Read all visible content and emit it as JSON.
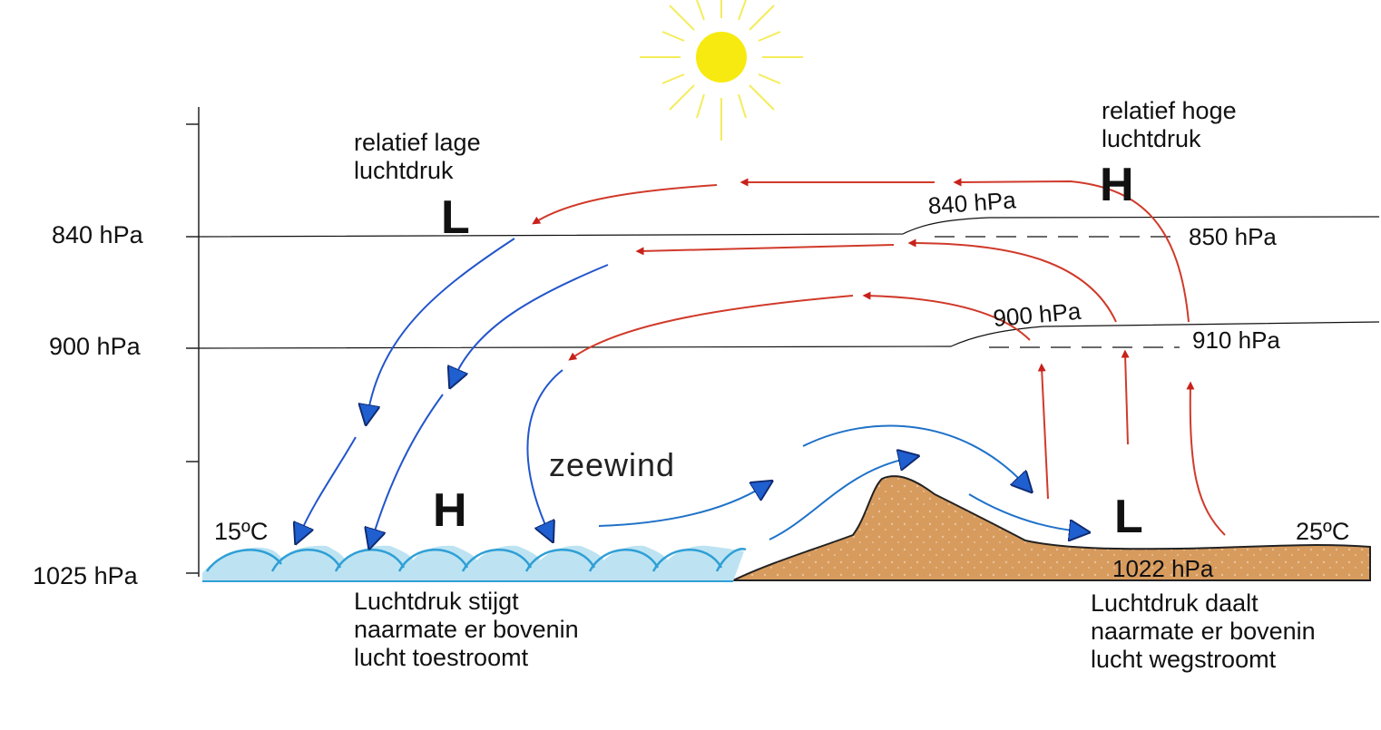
{
  "axis": {
    "p840": "840 hPa",
    "p900": "900 hPa",
    "p1025": "1025 hPa"
  },
  "sea_side": {
    "upper_note_line1": "relatief lage",
    "upper_note_line2": "luchtdruk",
    "upper_symbol": "L",
    "surface_symbol": "H",
    "temperature": "15ºC",
    "caption_line1": "Luchtdruk stijgt",
    "caption_line2": "naarmate er bovenin",
    "caption_line3": "lucht toestroomt"
  },
  "land_side": {
    "upper_note_line1": "relatief hoge",
    "upper_note_line2": "luchtdruk",
    "upper_symbol": "H",
    "surface_symbol": "L",
    "temperature": "25ºC",
    "surface_pressure": "1022 hPa",
    "caption_line1": "Luchtdruk daalt",
    "caption_line2": "naarmate er bovenin",
    "caption_line3": "lucht wegstroomt",
    "p840": "840 hPa",
    "p850": "850 hPa",
    "p900": "900 hPa",
    "p910": "910 hPa"
  },
  "wind_label": "zeewind",
  "colors": {
    "sun": "#f7ea10",
    "sun_rays": "#f5ec5a",
    "sea": "#bde3f2",
    "wave": "#2f9fd6",
    "land": "#d79b5e",
    "descending_air": "#2255cc",
    "ascending_air": "#d03a2a",
    "surface_wind": "#1f72c8"
  }
}
